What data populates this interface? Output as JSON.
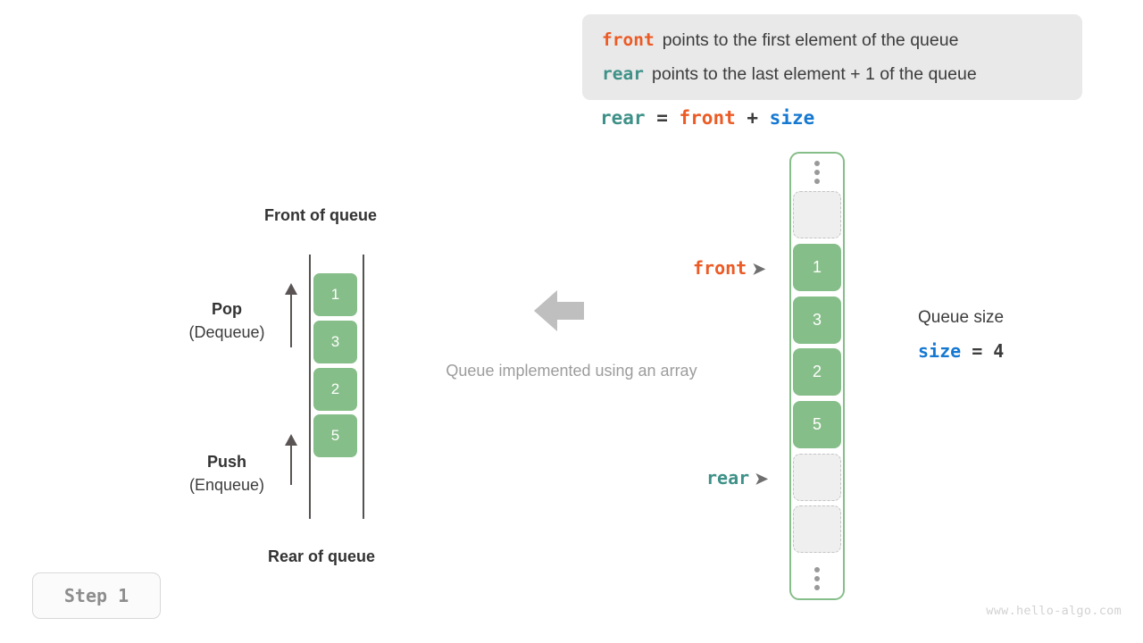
{
  "legend": {
    "lines": [
      {
        "keyword": "front",
        "keyword_color": "#ec5b25",
        "description": "points to the first element of the queue"
      },
      {
        "keyword": "rear",
        "keyword_color": "#3e9188",
        "description": "points to the last element + 1 of the queue"
      }
    ],
    "background": "#e9e9e9"
  },
  "formula": {
    "lhs": "rear",
    "eq": " = ",
    "rhs1": "front",
    "plus": " + ",
    "rhs2": "size"
  },
  "abstract_queue": {
    "top_label": "Front of queue",
    "bottom_label": "Rear of queue",
    "elements": [
      "1",
      "3",
      "2",
      "5"
    ],
    "element_color": "#86be89",
    "operations": [
      {
        "title": "Pop",
        "subtitle": "(Dequeue)"
      },
      {
        "title": "Push",
        "subtitle": "(Enqueue)"
      }
    ]
  },
  "middle": {
    "caption": "Queue implemented using an array",
    "arrow_color": "#bfbfbf",
    "arrow_direction": "left"
  },
  "array": {
    "outline_color": "#86be89",
    "cells": [
      {
        "type": "dots",
        "value": ""
      },
      {
        "type": "empty",
        "value": ""
      },
      {
        "type": "filled",
        "value": "1"
      },
      {
        "type": "filled",
        "value": "3"
      },
      {
        "type": "filled",
        "value": "2"
      },
      {
        "type": "filled",
        "value": "5"
      },
      {
        "type": "empty",
        "value": ""
      },
      {
        "type": "empty",
        "value": ""
      },
      {
        "type": "dots",
        "value": ""
      }
    ],
    "pointers": [
      {
        "label": "front",
        "color": "#ec5b25",
        "arrow": "➤",
        "points_to": "1"
      },
      {
        "label": "rear",
        "color": "#3e9188",
        "arrow": "➤",
        "points_to": "first empty after 5"
      }
    ]
  },
  "queue_size": {
    "title": "Queue size",
    "var": "size",
    "var_color": "#1578d1",
    "equals": " = ",
    "value": "4"
  },
  "step_badge": {
    "label": "Step 1"
  },
  "watermark": {
    "text": "www.hello-algo.com"
  }
}
